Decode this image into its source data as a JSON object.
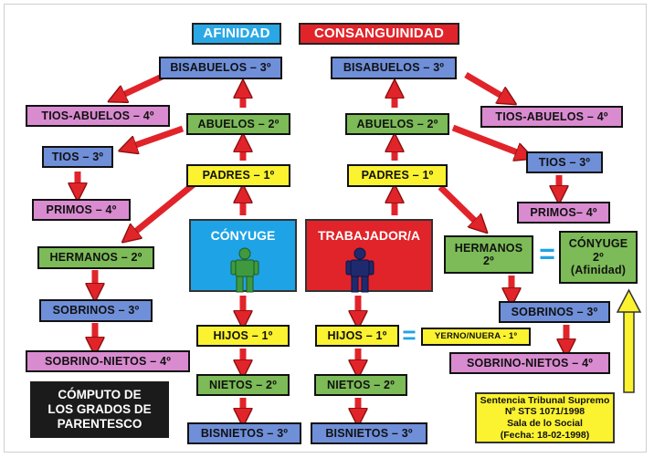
{
  "headers": {
    "afinidad": "AFINIDAD",
    "consanguinidad": "CONSANGUINIDAD"
  },
  "left": {
    "bisabuelos": "BISABUELOS – 3º",
    "tios_abuelos": "TIOS-ABUELOS – 4º",
    "abuelos": "ABUELOS – 2º",
    "tios": "TIOS – 3º",
    "padres": "PADRES – 1º",
    "primos": "PRIMOS – 4º",
    "hermanos": "HERMANOS – 2º",
    "sobrinos": "SOBRINOS – 3º",
    "sobrino_nietos": "SOBRINO-NIETOS – 4º",
    "conyuge": "CÓNYUGE",
    "hijos": "HIJOS – 1º",
    "nietos": "NIETOS – 2º",
    "bisnietos": "BISNIETOS – 3º"
  },
  "right": {
    "bisabuelos": "BISABUELOS – 3º",
    "abuelos": "ABUELOS – 2º",
    "tios_abuelos": "TIOS-ABUELOS – 4º",
    "padres": "PADRES – 1º",
    "tios": "TIOS – 3º",
    "trabajador": "TRABAJADOR/A",
    "primos": "PRIMOS– 4º",
    "hermanos_l1": "HERMANOS",
    "hermanos_l2": "2º",
    "equals1": "=",
    "conyuge_l1": "CÓNYUGE",
    "conyuge_l2": "2º",
    "conyuge_l3": "(Afinidad)",
    "sobrinos": "SOBRINOS – 3º",
    "sobrino_nietos": "SOBRINO-NIETOS – 4º",
    "hijos": "HIJOS – 1º",
    "equals2": "=",
    "yerno": "YERNO/NUERA - 1º",
    "nietos": "NIETOS – 2º",
    "bisnietos": "BISNIETOS – 3º"
  },
  "computo": {
    "l1": "CÓMPUTO DE",
    "l2": "LOS GRADOS DE",
    "l3": "PARENTESCO"
  },
  "sentencia": {
    "l1": "Sentencia Tribunal Supremo",
    "l2": "Nº STS 1071/1998",
    "l3": "Sala de lo Social",
    "l4": "(Fecha: 18-02-1998)"
  },
  "colors": {
    "arrow": "#e0242a",
    "conyuge_bg": "#1ea3e6",
    "trabajador_bg": "#e0242a",
    "figure_green": "#3f9a3f",
    "figure_navy": "#1f2a6e",
    "up_arrow": "#fbf230"
  }
}
